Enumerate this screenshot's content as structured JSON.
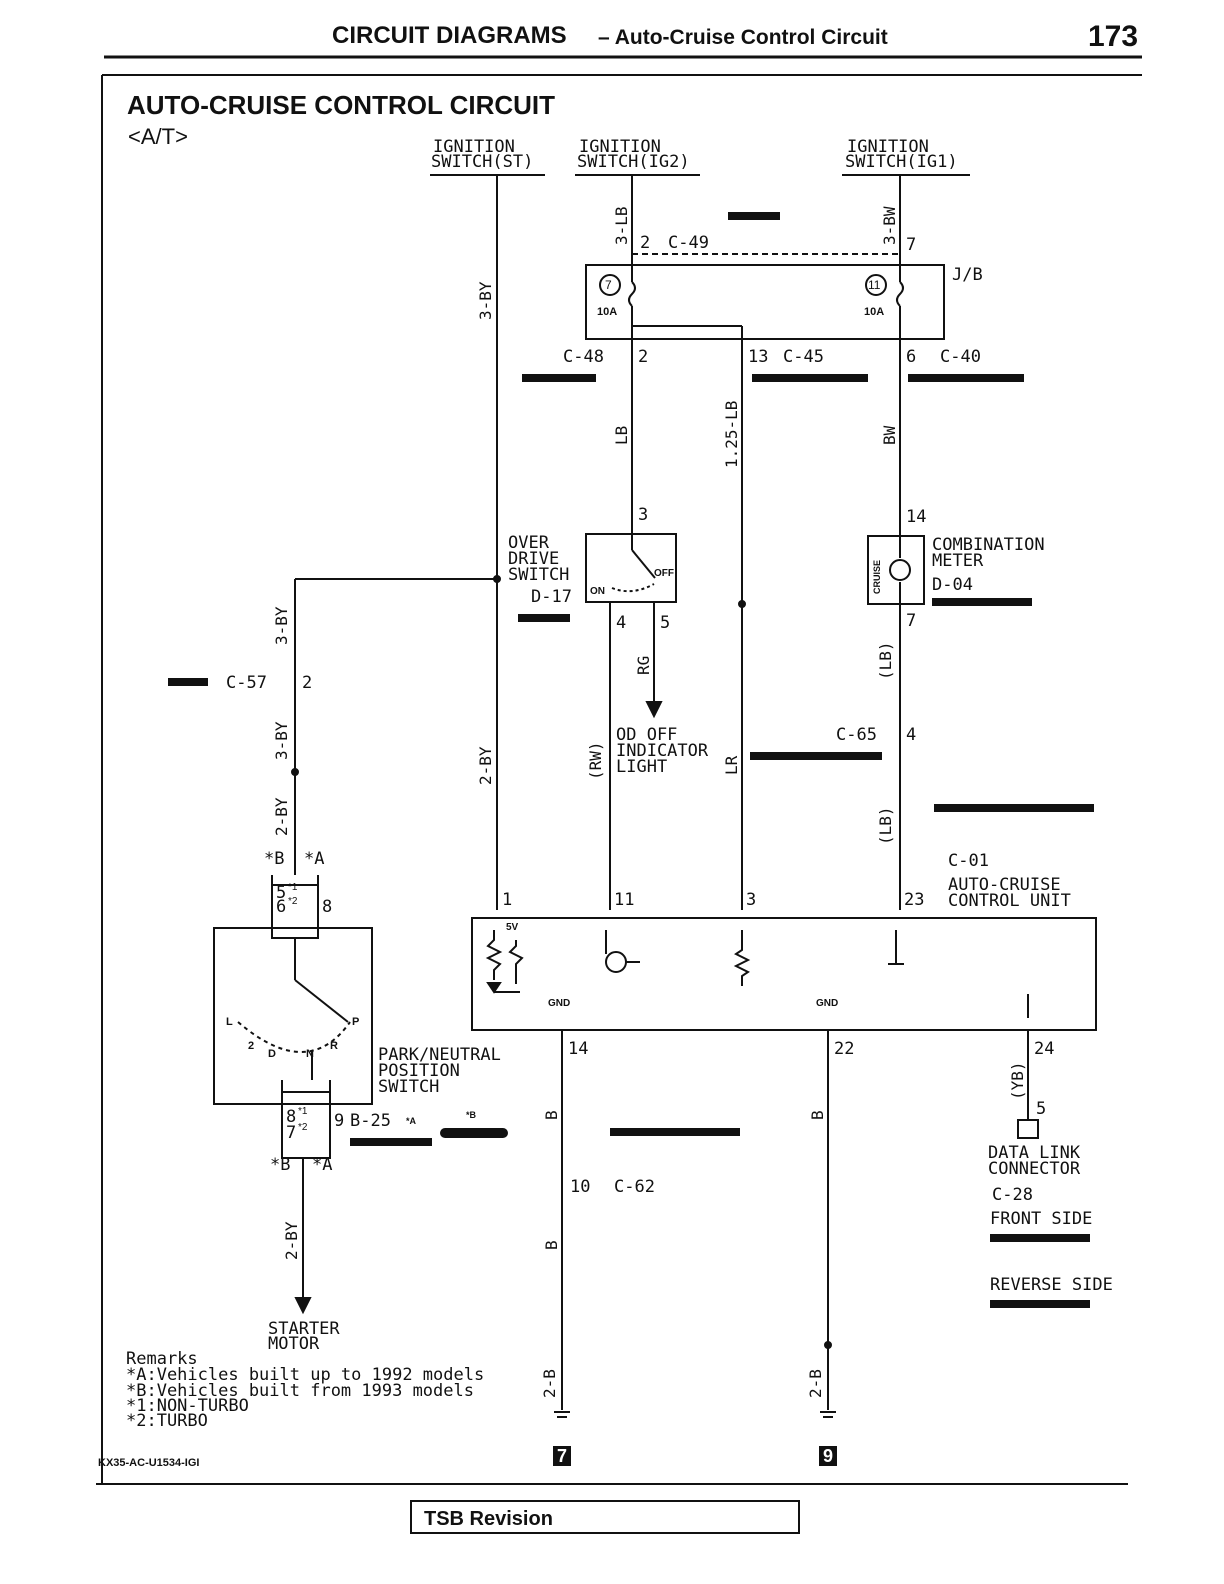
{
  "header": {
    "section": "CIRCUIT DIAGRAMS",
    "subtitle": "– Auto-Cruise Control Circuit",
    "page_number": "173"
  },
  "title": {
    "main": "AUTO-CRUISE CONTROL CIRCUIT",
    "variant": "<A/T>"
  },
  "sources": {
    "ign_st_1": "IGNITION",
    "ign_st_2": "SWITCH(ST)",
    "ign_ig2_1": "IGNITION",
    "ign_ig2_2": "SWITCH(IG2)",
    "ign_ig1_1": "IGNITION",
    "ign_ig1_2": "SWITCH(IG1)"
  },
  "wires": {
    "w_3by_a": "3-BY",
    "w_3lb": "3-LB",
    "w_3bw": "3-BW",
    "w_lb": "LB",
    "w_125lb": "1.25-LB",
    "w_bw": "BW",
    "w_3by_b": "3-BY",
    "w_3by_c": "3-BY",
    "w_2by_a": "2-BY",
    "w_2by_b": "2-BY",
    "w_rg": "RG",
    "w_rw": "(RW)",
    "w_lr": "LR",
    "w_lb_p1": "(LB)",
    "w_lb_p2": "(LB)",
    "w_2by_c": "2-BY",
    "w_b1": "B",
    "w_b2": "B",
    "w_b3": "B",
    "w_yb": "(YB)",
    "w_2b_1": "2-B",
    "w_2b_2": "2-B"
  },
  "connectors": {
    "c49": "C-49",
    "c48": "C-48",
    "c45": "C-45",
    "c40": "C-40",
    "jb": "J/B",
    "fuse7": "7",
    "fuse11": "11",
    "amp1": "10A",
    "amp2": "10A",
    "d17": "D-17",
    "d04": "D-04",
    "c57": "C-57",
    "c65": "C-65",
    "c01": "C-01",
    "b25": "B-25",
    "b25_a": "*A",
    "b25_b": "*B",
    "c62": "C-62",
    "c28": "C-28"
  },
  "pins": {
    "p2": "2",
    "p7": "7",
    "p2b": "2",
    "p13": "13",
    "p6": "6",
    "p3": "3",
    "p4": "4",
    "p5": "5",
    "p14": "14",
    "p7b": "7",
    "p2c": "2",
    "p4b": "4",
    "p1": "1",
    "p11": "11",
    "p3b": "3",
    "p23": "23",
    "p14b": "14",
    "p22": "22",
    "p24": "24",
    "p5b": "5",
    "p10": "10",
    "p8": "8",
    "p9": "9",
    "pnp_b_top": "*B",
    "pnp_a_top": "*A",
    "pnp_5": "5",
    "pnp_6": "6",
    "pnp_s1": "*1",
    "pnp_s2": "*2",
    "pnp_b_bot": "*B",
    "pnp_a_bot": "*A",
    "pnp_8": "8",
    "pnp_7": "7",
    "pnp_s1b": "*1",
    "pnp_s2b": "*2"
  },
  "components": {
    "od1": "OVER",
    "od2": "DRIVE",
    "od3": "SWITCH",
    "on": "ON",
    "off": "OFF",
    "odl1": "OD OFF",
    "odl2": "INDICATOR",
    "odl3": "LIGHT",
    "cm1": "COMBINATION",
    "cm2": "METER",
    "cruise": "CRUISE",
    "acu1": "AUTO-CRUISE",
    "acu2": "CONTROL UNIT",
    "v5": "5V",
    "gnd1": "GND",
    "gnd2": "GND",
    "pn1": "PARK/NEUTRAL",
    "pn2": "POSITION",
    "pn3": "SWITCH",
    "pos_l": "L",
    "pos_2": "2",
    "pos_d": "D",
    "pos_n": "N",
    "pos_r": "R",
    "pos_p": "P",
    "sm1": "STARTER",
    "sm2": "MOTOR",
    "dl1": "DATA LINK",
    "dl2": "CONNECTOR",
    "front": "FRONT SIDE",
    "reverse": "REVERSE SIDE"
  },
  "ground_refs": {
    "g7": "7",
    "g9": "9"
  },
  "remarks": {
    "title": "Remarks",
    "a": "*A:Vehicles built up to 1992 models",
    "b": "*B:Vehicles built from 1993 models",
    "n1": "*1:NON-TURBO",
    "n2": "*2:TURBO"
  },
  "footer": {
    "code": "KX35-AC-U1534-IGI",
    "tsb": "TSB Revision"
  }
}
